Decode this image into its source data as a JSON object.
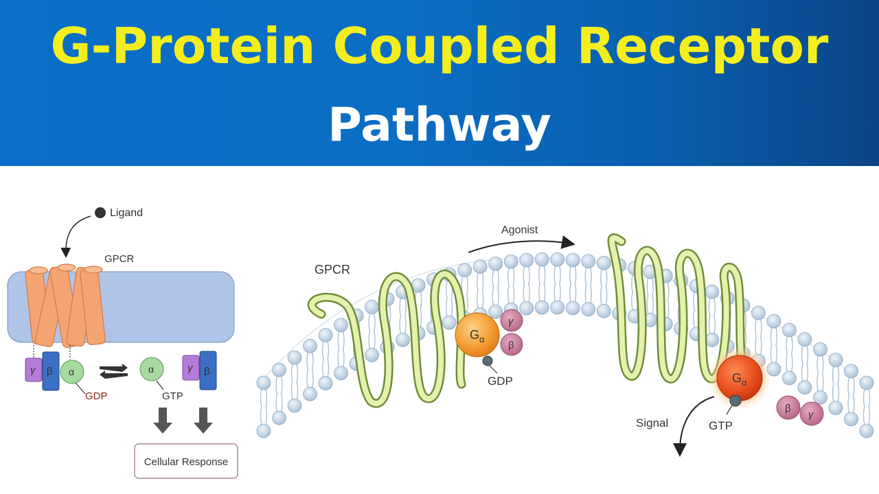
{
  "banner": {
    "title_line1": "G-Protein Coupled Receptor",
    "title_line2": "Pathway",
    "colors": {
      "background": "#0a6fc7",
      "title_line1": "#f4ee1f",
      "title_line2": "#ffffff"
    }
  },
  "left_diagram": {
    "ligand_label": "Ligand",
    "gpcr_label": "GPCR",
    "gamma_symbol": "γ",
    "beta_symbol": "β",
    "alpha_symbol": "α",
    "gdp_label": "GDP",
    "gtp_label": "GTP",
    "response_label": "Cellular Response",
    "colors": {
      "membrane": "#b0c4e8",
      "receptor": "#f4a472",
      "alpha": "#a7d9a0",
      "beta": "#3a6fc4",
      "gamma": "#b57bd8",
      "gdp_text": "#8b2a1a"
    }
  },
  "right_diagram": {
    "gpcr_label": "GPCR",
    "agonist_label": "Agonist",
    "g_alpha_label": "G",
    "alpha_subscript": "α",
    "gamma_symbol": "γ",
    "beta_symbol": "β",
    "gdp_label": "GDP",
    "gtp_label": "GTP",
    "signal_label": "Signal",
    "colors": {
      "receptor": "#d8ec9c",
      "g_alpha_inactive": "#f4a340",
      "g_alpha_active": "#e8501e",
      "beta_gamma": "#c87a9a",
      "lipid_head": "#c5d9ea"
    }
  }
}
